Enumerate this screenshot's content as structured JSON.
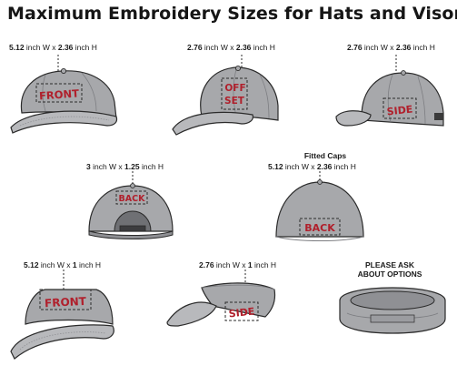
{
  "title": "Maximum Embroidery Sizes for Hats and Visors",
  "colors": {
    "cap_fill": "#a7a8ab",
    "cap_dark": "#8f9094",
    "cap_light": "#c4c5c7",
    "outline": "#2b2b2b",
    "label_red": "#b0202c",
    "dash": "#2b2b2b"
  },
  "dims": {
    "cap_front": {
      "w": "5.12",
      "h": "2.36",
      "mid": " inch W x ",
      "end": " inch H"
    },
    "cap_offset": {
      "w": "2.76",
      "h": "2.36",
      "mid": " inch W x ",
      "end": " inch H"
    },
    "cap_side": {
      "w": "2.76",
      "h": "2.36",
      "mid": " inch W x ",
      "end": " inch H"
    },
    "cap_back": {
      "w": "3",
      "h": "1.25",
      "mid": " inch W x ",
      "end": " inch H"
    },
    "fitted_back": {
      "w": "5.12",
      "h": "2.36",
      "mid": " inch W x ",
      "end": " inch H"
    },
    "visor_front": {
      "w": "5.12",
      "h": "1",
      "mid": " inch W x ",
      "end": " inch H"
    },
    "visor_side": {
      "w": "2.76",
      "h": "1",
      "mid": " inch W x ",
      "end": " inch H"
    }
  },
  "notes": {
    "fitted_caps": "Fitted Caps",
    "ask_line1": "PLEASE ASK",
    "ask_line2": "ABOUT OPTIONS"
  },
  "labels": {
    "front": "FRONT",
    "off": "OFF",
    "set": "SET",
    "side": "SIDE",
    "back": "BACK",
    "fitted_back": "BACK",
    "visor_front": "FRONT",
    "visor_side": "SIDE"
  }
}
